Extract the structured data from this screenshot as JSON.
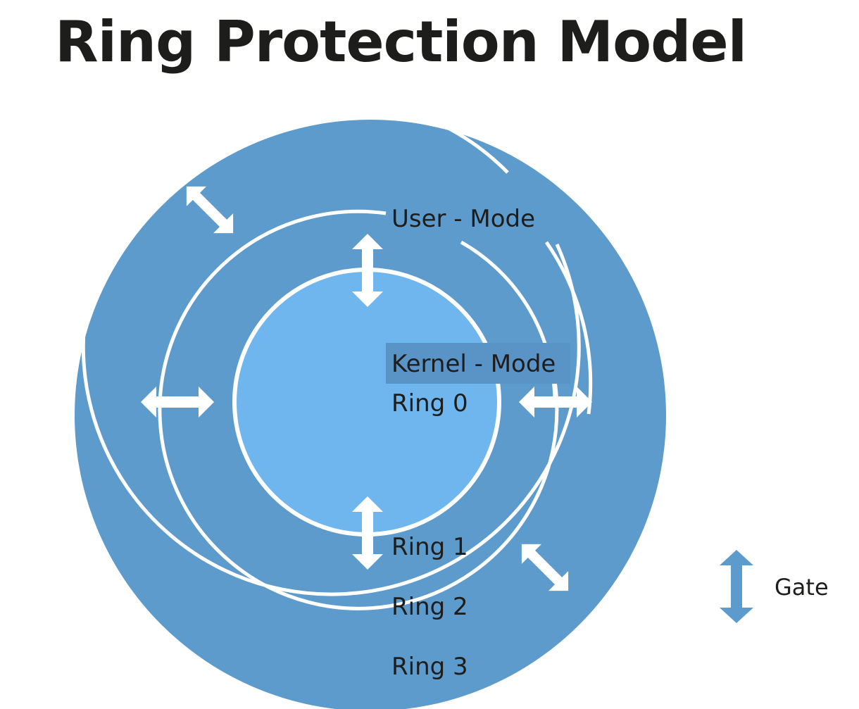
{
  "title": "Ring Protection Model",
  "diagram": {
    "rings": [
      {
        "label": "Ring 0"
      },
      {
        "label": "Ring 1"
      },
      {
        "label": "Ring 2"
      },
      {
        "label": "Ring 3"
      }
    ],
    "mode_labels": {
      "user": "User - Mode",
      "kernel": "Kernel - Mode"
    },
    "legend": {
      "label": "Gate",
      "icon": "double-arrow-icon"
    },
    "colors": {
      "outer_ring": "#5e9bcd",
      "inner_core": "#6fb6ee",
      "separator": "#ffffff",
      "kernel_highlight": "#5a93c6",
      "gate_arrow": "#ffffff",
      "legend_arrow": "#5e9bcd",
      "text": "#1d1d1b"
    }
  }
}
